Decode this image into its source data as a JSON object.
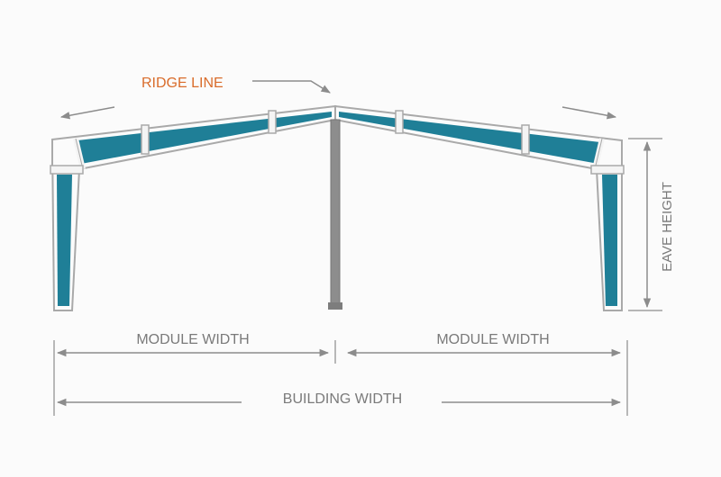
{
  "labels": {
    "ridge_line": "RIDGE LINE",
    "module_width_left": "MODULE WIDTH",
    "module_width_right": "MODULE WIDTH",
    "building_width": "BUILDING WIDTH",
    "eave_height": "EAVE HEIGHT"
  },
  "colors": {
    "background": "#fbfbfb",
    "frame_fill": "#1f7f97",
    "frame_outline": "#a9a9a9",
    "splice_plate": "#f4f4f4",
    "center_column": "#8d8d8d",
    "dimension_line": "#8c8c8c",
    "dimension_text": "#7a7a7a",
    "ridge_label": "#d96c2b"
  }
}
